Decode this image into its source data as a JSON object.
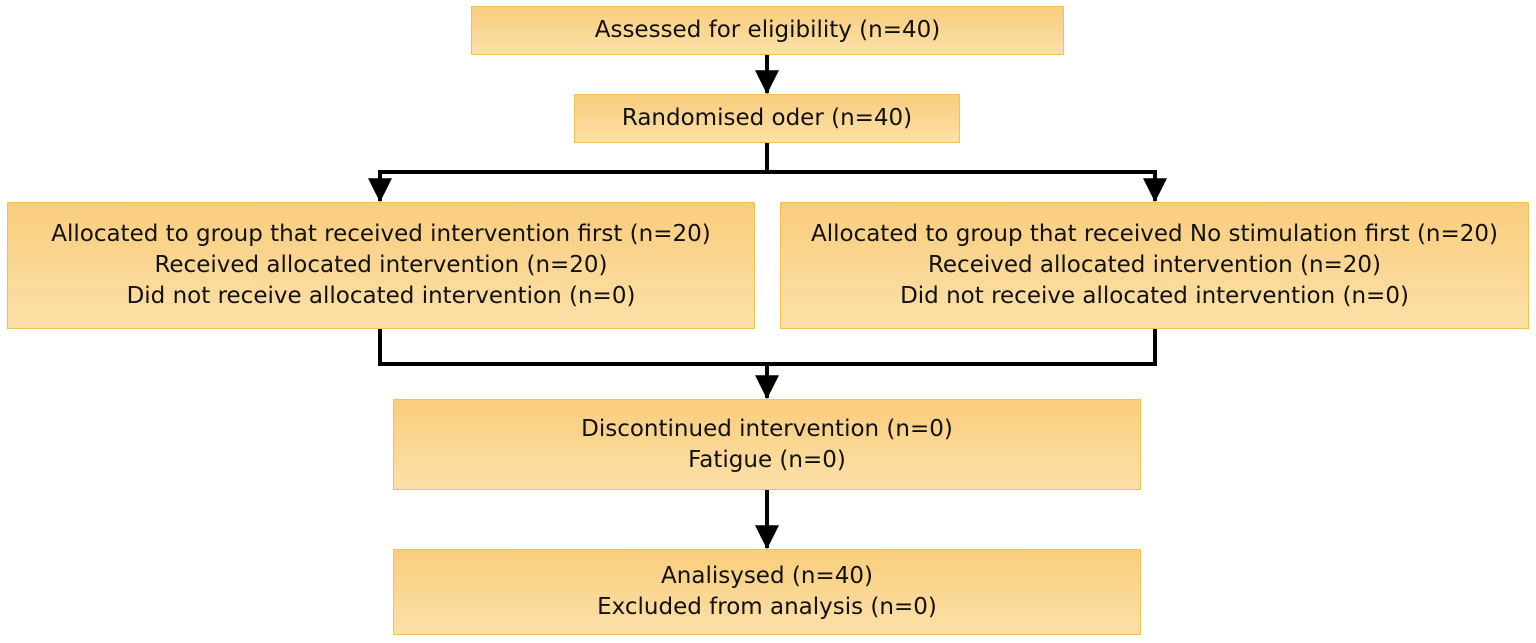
{
  "diagram": {
    "boxes": {
      "assessed": {
        "lines": [
          "Assessed for eligibility (n=40)"
        ]
      },
      "randomised": {
        "lines": [
          "Randomised oder (n=40)"
        ]
      },
      "intervention_first": {
        "lines": [
          "Allocated to group that received intervention first (n=20)",
          "Received allocated intervention (n=20)",
          "Did not receive allocated intervention (n=0)"
        ]
      },
      "no_stimulation_first": {
        "lines": [
          "Allocated to group that received No stimulation first (n=20)",
          "Received allocated intervention (n=20)",
          "Did not receive allocated intervention (n=0)"
        ]
      },
      "discontinued": {
        "lines": [
          "Discontinued intervention (n=0)",
          "Fatigue (n=0)"
        ]
      },
      "analysed": {
        "lines": [
          "Analisysed (n=40)",
          "Excluded from analysis (n=0)"
        ]
      }
    },
    "colors": {
      "box_fill_top": "#f9cd7c",
      "box_fill_bottom": "#fce0a9",
      "box_border": "#f2c14e",
      "connector": "#000000"
    }
  }
}
